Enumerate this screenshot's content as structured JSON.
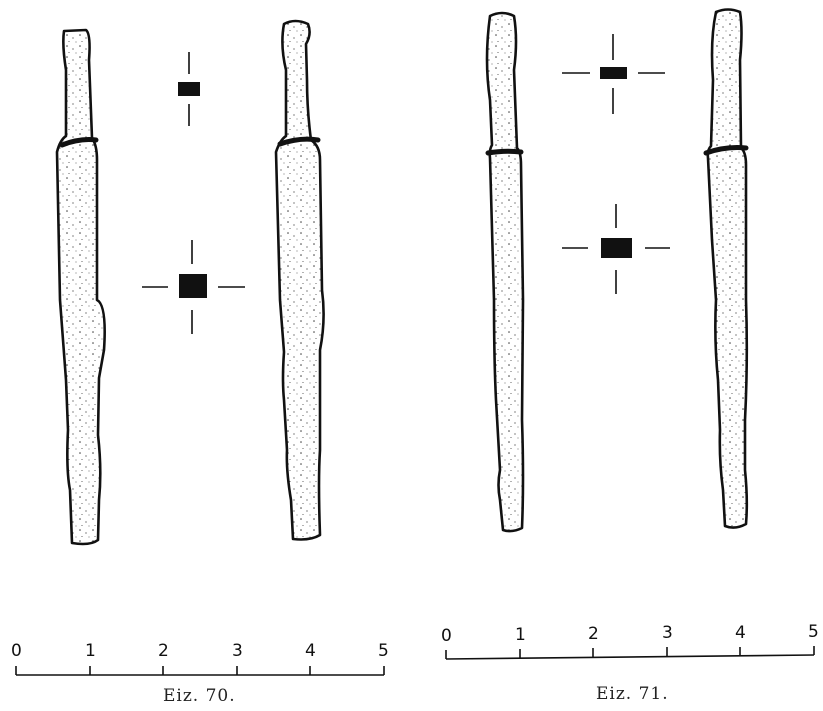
{
  "figures": [
    {
      "caption": "Eiz. 70.",
      "scale": {
        "ticks": [
          "0",
          "1",
          "2",
          "3",
          "4",
          "5"
        ]
      }
    },
    {
      "caption": "Eiz. 71.",
      "scale": {
        "ticks": [
          "0",
          "1",
          "2",
          "3",
          "4",
          "5"
        ]
      }
    }
  ]
}
